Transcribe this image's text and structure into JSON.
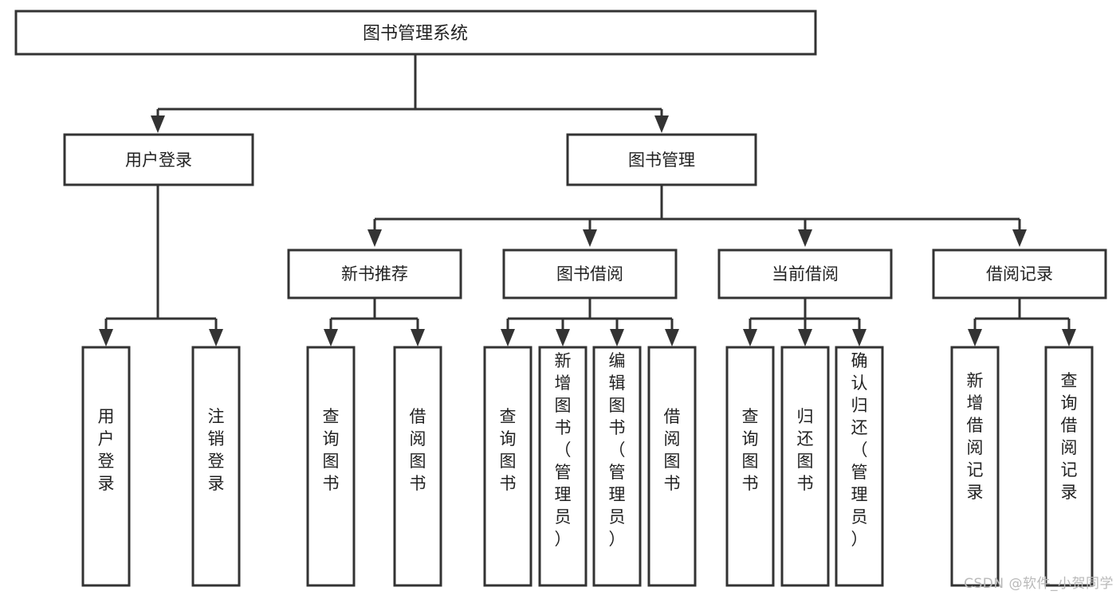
{
  "diagram": {
    "type": "tree-hierarchy",
    "title": "图书管理系统",
    "watermark": "CSDN @软件_小贺同学",
    "colors": {
      "box_stroke": "#333333",
      "box_fill": "#ffffff",
      "text": "#222222",
      "background": "#ffffff",
      "watermark": "#b9b9b9"
    },
    "root": {
      "label": "图书管理系统"
    },
    "level2": [
      {
        "label": "用户登录"
      },
      {
        "label": "图书管理"
      }
    ],
    "level3": [
      {
        "label": "新书推荐"
      },
      {
        "label": "图书借阅"
      },
      {
        "label": "当前借阅"
      },
      {
        "label": "借阅记录"
      }
    ],
    "leaves": {
      "user_login": [
        {
          "label": "用户登录"
        },
        {
          "label": "注销登录"
        }
      ],
      "new_book_recommend": [
        {
          "label": "查询图书"
        },
        {
          "label": "借阅图书"
        }
      ],
      "book_borrow": [
        {
          "label": "查询图书"
        },
        {
          "label": "新增图书（管理员）"
        },
        {
          "label": "编辑图书（管理员）"
        },
        {
          "label": "借阅图书"
        }
      ],
      "current_borrow": [
        {
          "label": "查询图书"
        },
        {
          "label": "归还图书"
        },
        {
          "label": "确认归还（管理员）"
        }
      ],
      "borrow_record": [
        {
          "label": "新增借阅记录"
        },
        {
          "label": "查询借阅记录"
        }
      ]
    }
  }
}
